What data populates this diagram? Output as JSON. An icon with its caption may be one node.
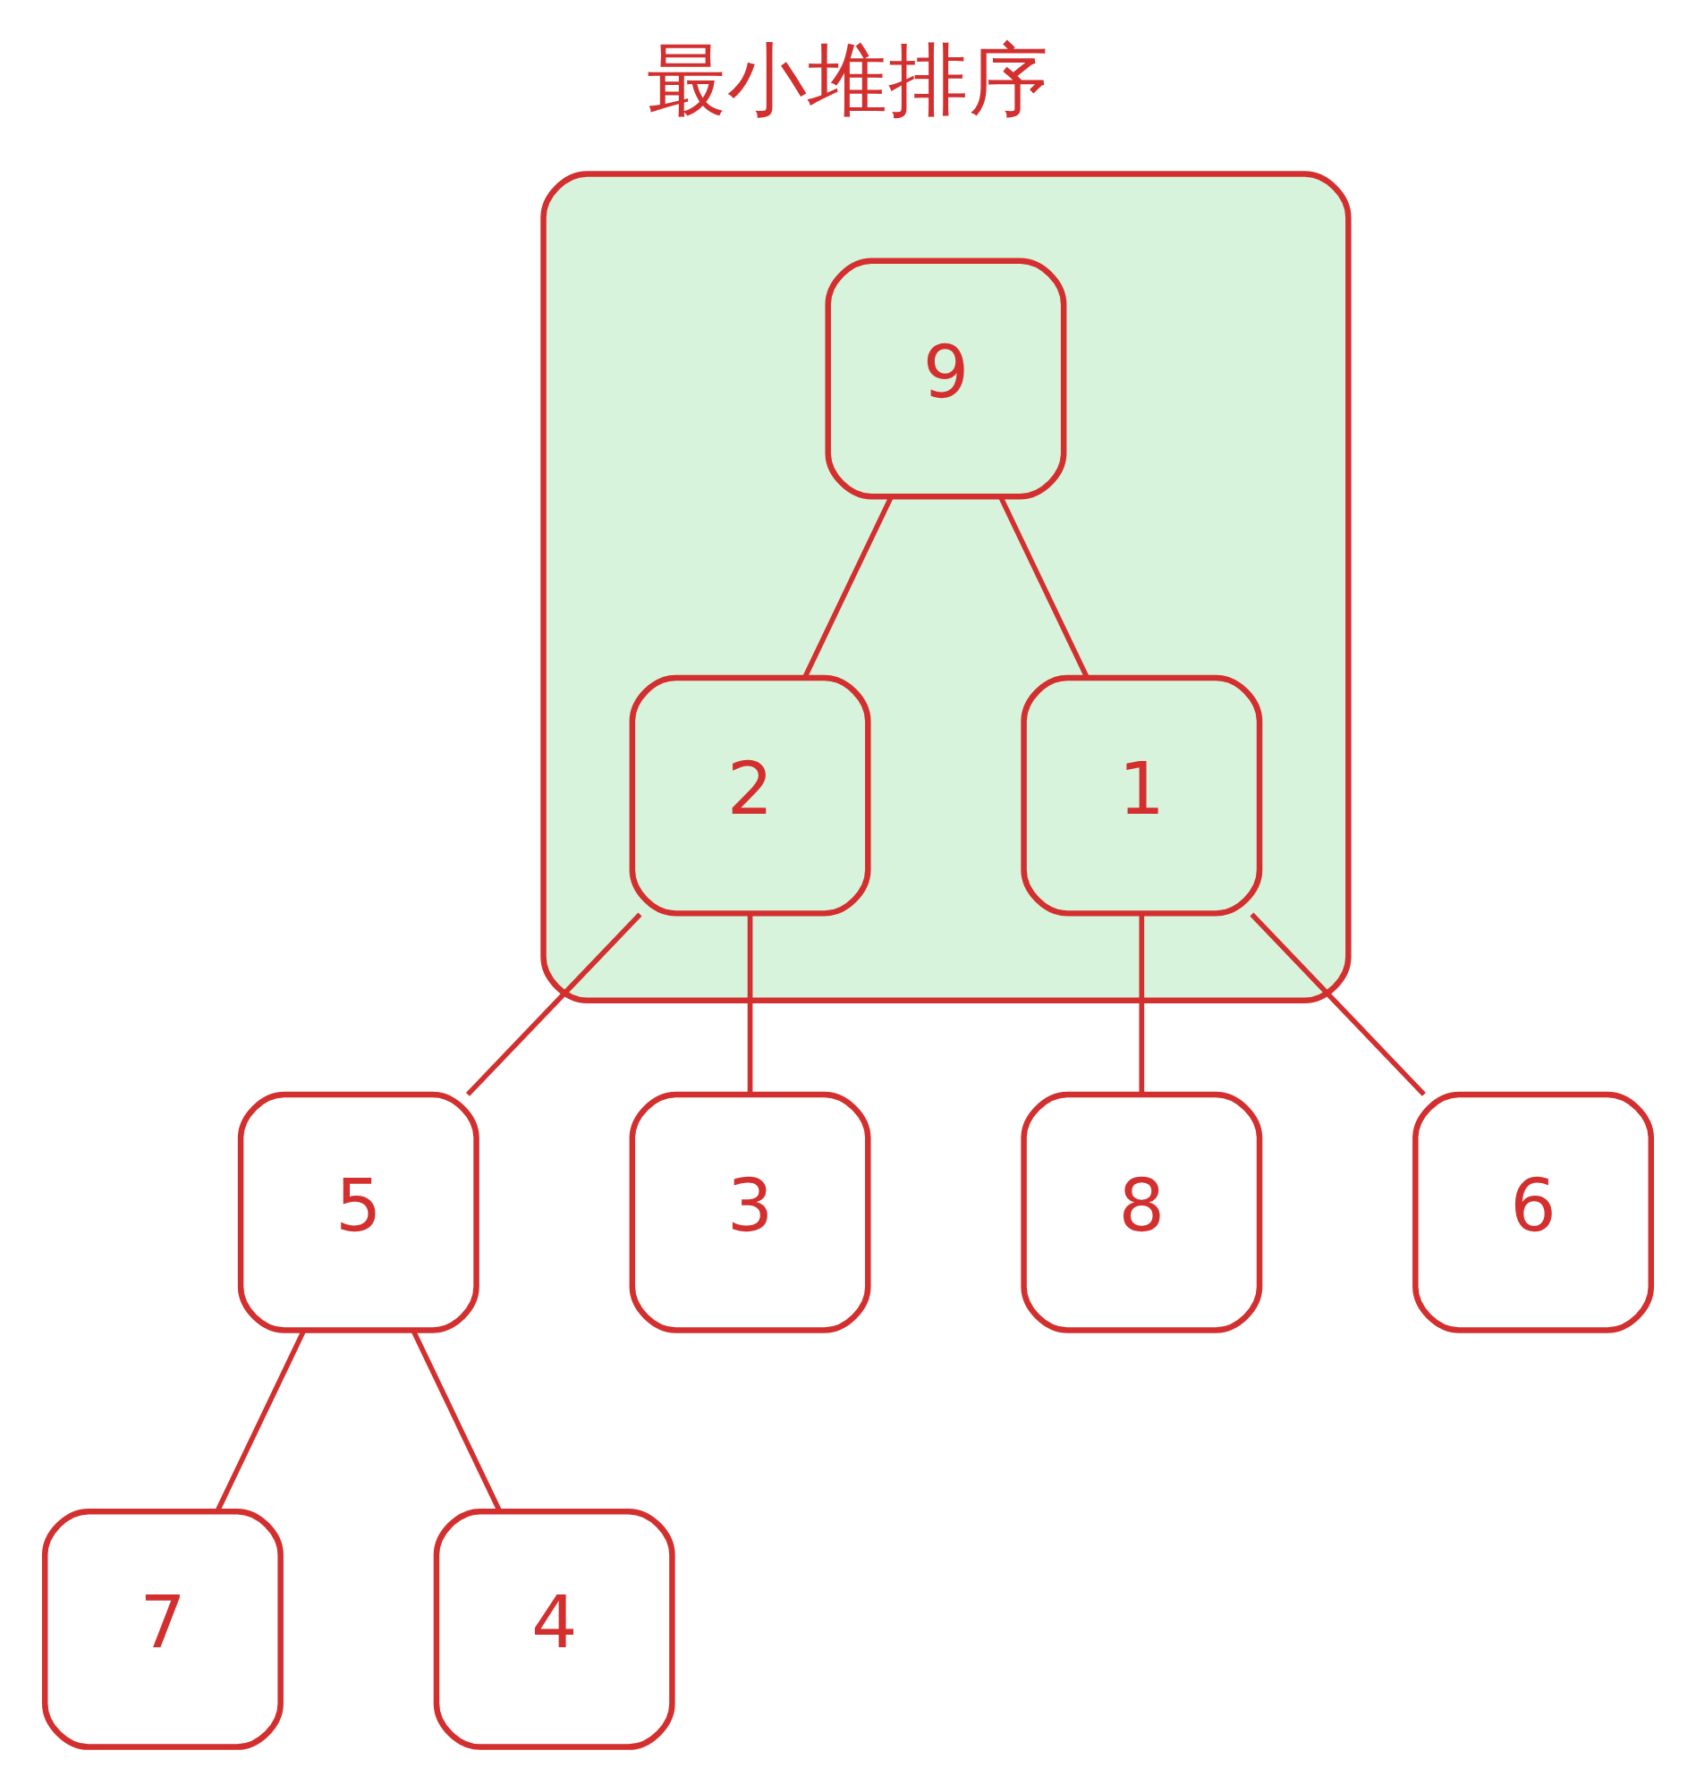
{
  "diagram": {
    "title": "最小堆排序",
    "nodes": [
      {
        "text": [],
        "shape": "box"
      },
      {
        "text": [
          "9"
        ],
        "in": 0
      },
      {
        "text": [
          "2"
        ],
        "in": 0
      },
      {
        "text": [
          "1"
        ],
        "in": 0
      },
      {
        "text": [
          "5"
        ]
      },
      {
        "text": [
          "3"
        ]
      },
      {
        "text": [
          "8"
        ]
      },
      {
        "text": [
          "6"
        ]
      },
      {
        "text": [
          "7"
        ]
      },
      {
        "text": [
          "4"
        ]
      }
    ],
    "edges": [
      {
        "from": 1,
        "to": 2,
        "arrow": "none"
      },
      {
        "from": 1,
        "to": 3,
        "arrow": "none"
      },
      {
        "from": 2,
        "to": 4,
        "arrow": "none"
      },
      {
        "from": 2,
        "to": 5,
        "arrow": "none"
      },
      {
        "from": 3,
        "to": 6,
        "arrow": "none"
      },
      {
        "from": 3,
        "to": 7,
        "arrow": "none"
      },
      {
        "from": 4,
        "to": 8,
        "arrow": "none"
      },
      {
        "from": 4,
        "to": 9,
        "arrow": "none"
      }
    ]
  }
}
